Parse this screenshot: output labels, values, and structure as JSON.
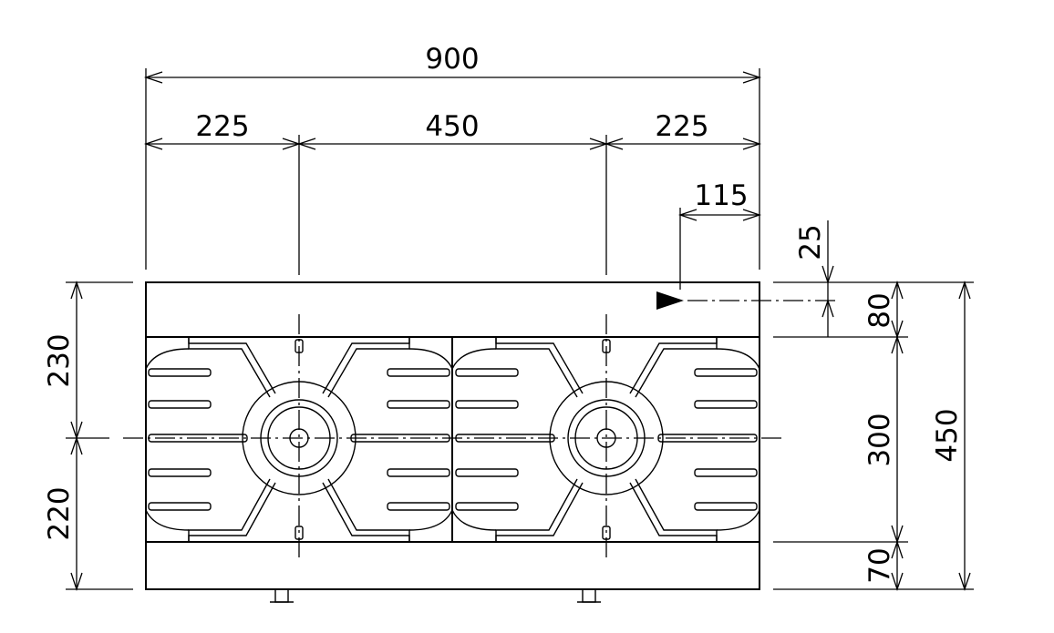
{
  "dimensions": {
    "overall_width": "900",
    "left_offset": "225",
    "burner_spacing": "450",
    "right_offset": "225",
    "gas_inlet_offset": "115",
    "gas_inlet_height": "25",
    "front_panel_depth": "80",
    "grate_depth": "300",
    "back_strip_depth": "70",
    "overall_depth": "450",
    "burner_to_front": "230",
    "burner_to_back": "220"
  }
}
